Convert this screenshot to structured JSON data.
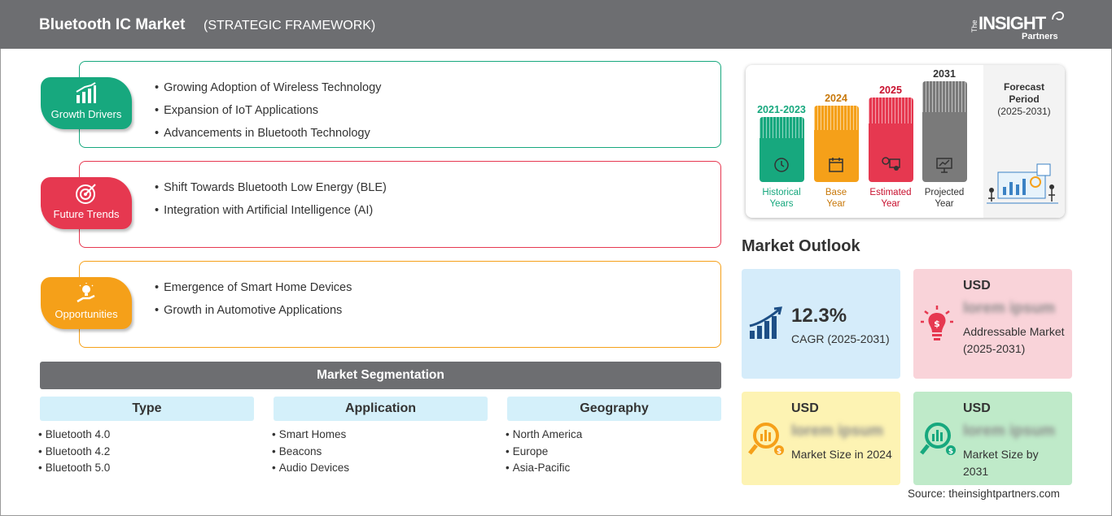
{
  "header": {
    "title": "Bluetooth IC Market",
    "subtitle": "(STRATEGIC FRAMEWORK)",
    "logo": {
      "the": "The",
      "insight": "INSIGHT",
      "partners": "Partners"
    }
  },
  "framework": [
    {
      "label": "Growth Drivers",
      "icon": "bar-chart-up-icon",
      "color": "#17a87e",
      "items": [
        "Growing Adoption of Wireless Technology",
        "Expansion of IoT Applications",
        "Advancements in Bluetooth Technology"
      ]
    },
    {
      "label": "Future Trends",
      "icon": "target-icon",
      "color": "#e63850",
      "items": [
        "Shift Towards Bluetooth Low Energy (BLE)",
        "Integration with Artificial Intelligence (AI)"
      ]
    },
    {
      "label": "Opportunities",
      "icon": "lightbulb-hand-icon",
      "color": "#f5a019",
      "items": [
        "Emergence of Smart Home Devices",
        "Growth in Automotive Applications"
      ]
    }
  ],
  "segmentation": {
    "title": "Market Segmentation",
    "columns": [
      {
        "heading": "Type",
        "items": [
          "Bluetooth 4.0",
          "Bluetooth 4.2",
          "Bluetooth 5.0"
        ]
      },
      {
        "heading": "Application",
        "items": [
          "Smart Homes",
          "Beacons",
          "Audio Devices"
        ]
      },
      {
        "heading": "Geography",
        "items": [
          "North America",
          "Europe",
          "Asia-Pacific"
        ]
      }
    ]
  },
  "timeline": {
    "bars": [
      {
        "year": "2021-2023",
        "label_line1": "Historical",
        "label_line2": "Years",
        "color": "#17a87e",
        "icon": "history-icon"
      },
      {
        "year": "2024",
        "label_line1": "Base",
        "label_line2": "Year",
        "color": "#f5a019",
        "icon": "calendar-icon"
      },
      {
        "year": "2025",
        "label_line1": "Estimated",
        "label_line2": "Year",
        "color": "#e63850",
        "icon": "gear-chart-icon"
      },
      {
        "year": "2031",
        "label_line1": "Projected",
        "label_line2": "Year",
        "color": "#7a7a7a",
        "icon": "presentation-icon"
      }
    ],
    "forecast_line1": "Forecast",
    "forecast_line2": "Period",
    "forecast_line3": "(2025-2031)"
  },
  "outlook": {
    "title": "Market Outlook",
    "cagr": {
      "value": "12.3%",
      "label": "CAGR (2025-2031)",
      "icon": "growth-chart-icon"
    },
    "addressable": {
      "currency": "USD",
      "value": "lorem ipsum",
      "label": "Addressable Market (2025-2031)",
      "icon": "lightbulb-dollar-icon"
    },
    "size_2024": {
      "currency": "USD",
      "value": "lorem ipsum",
      "label": "Market Size in 2024",
      "icon": "magnifier-dollar-icon"
    },
    "size_2031": {
      "currency": "USD",
      "value": "lorem ipsum",
      "label": "Market Size by 2031",
      "icon": "magnifier-growth-icon"
    }
  },
  "source": "Source: theinsightpartners.com"
}
